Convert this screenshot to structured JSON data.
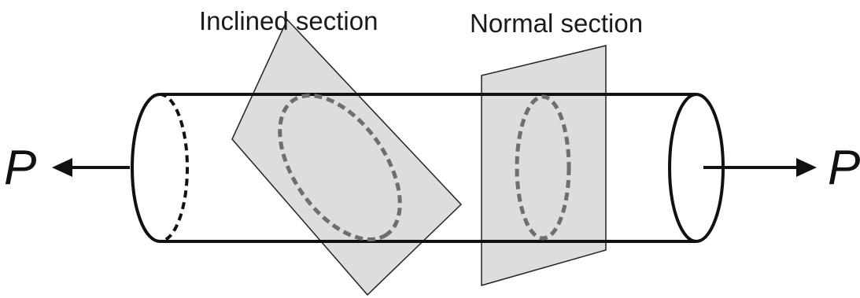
{
  "labels": {
    "inclined_section": "Inclined section",
    "normal_section": "Normal section",
    "force_left": "P",
    "force_right": "P"
  },
  "colors": {
    "outline": "#111111",
    "plane_fill": "#d3d3d3",
    "plane_stroke": "#222222",
    "section_dash": "#6e6e6e",
    "background": "#ffffff"
  }
}
